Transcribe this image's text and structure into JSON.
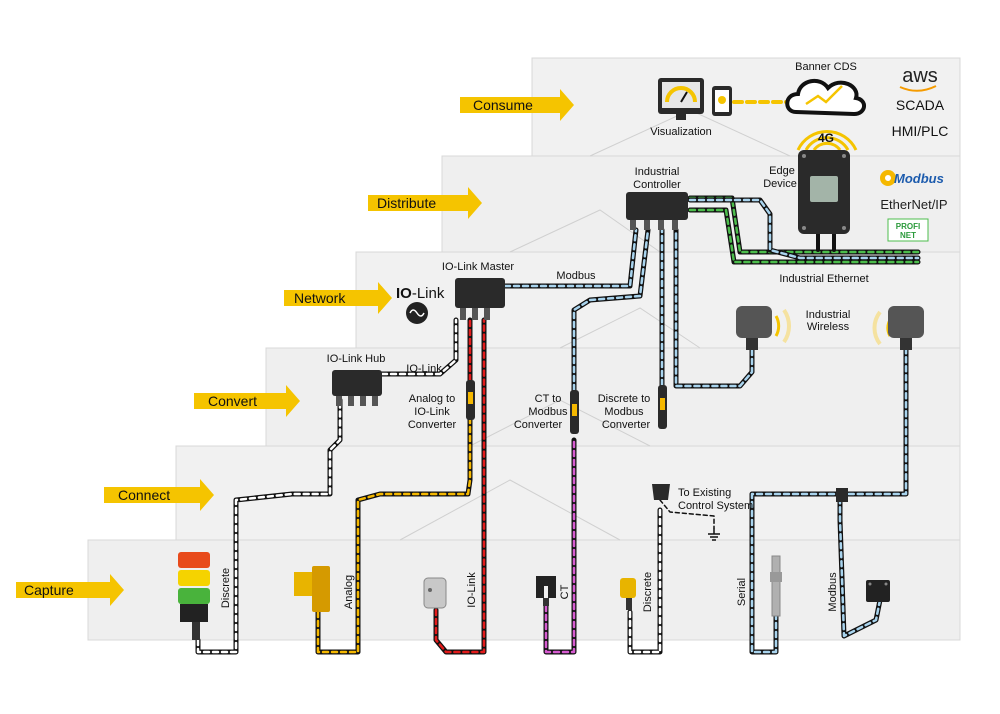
{
  "stages": [
    {
      "label": "Consume"
    },
    {
      "label": "Distribute"
    },
    {
      "label": "Network"
    },
    {
      "label": "Convert"
    },
    {
      "label": "Connect"
    },
    {
      "label": "Capture"
    }
  ],
  "devices": {
    "visualization": "Visualization",
    "cloud": "Banner CDS",
    "cell": "4G",
    "aws": "aws",
    "scada": "SCADA",
    "hmi": "HMI/PLC",
    "controller_l1": "Industrial",
    "controller_l2": "Controller",
    "edge_l1": "Edge",
    "edge_l2": "Device",
    "modbus_logo": "Modbus",
    "ethernet_ip": "EtherNet/IP",
    "profi_l1": "PROFI",
    "profi_l2": "NET",
    "industrial_ethernet": "Industrial Ethernet",
    "iolink_master": "IO-Link Master",
    "iolink_logo_a": "IO",
    "iolink_logo_b": "-Link",
    "modbus_link": "Modbus",
    "wireless_l1": "Industrial",
    "wireless_l2": "Wireless",
    "iolink_hub": "IO-Link Hub",
    "iolink_link": "IO-Link",
    "conv_analog": [
      "Analog to",
      "IO-Link",
      "Converter"
    ],
    "conv_ct": [
      "CT to",
      "Modbus",
      "Converter"
    ],
    "conv_discrete": [
      "Discrete to",
      "Modbus",
      "Converter"
    ],
    "existing_l1": "To Existing",
    "existing_l2": "Control System"
  },
  "sensors": [
    {
      "label": "Discrete"
    },
    {
      "label": "Analog"
    },
    {
      "label": "IO-Link"
    },
    {
      "label": "CT"
    },
    {
      "label": "Discrete"
    },
    {
      "label": "Serial"
    },
    {
      "label": "Modbus"
    }
  ],
  "colors": {
    "arrow": "#f5c400",
    "panel": "#efefef",
    "panel_edge": "#d2d2d2",
    "device": "#2a2a2a",
    "cable_black": "#111111",
    "stripe_white": "#ffffff",
    "stripe_yellow": "#f5b800",
    "stripe_red": "#e21b1b",
    "stripe_pink": "#d65bd0",
    "stripe_blue": "#a9d4ee",
    "stripe_green": "#4cbd4c"
  }
}
